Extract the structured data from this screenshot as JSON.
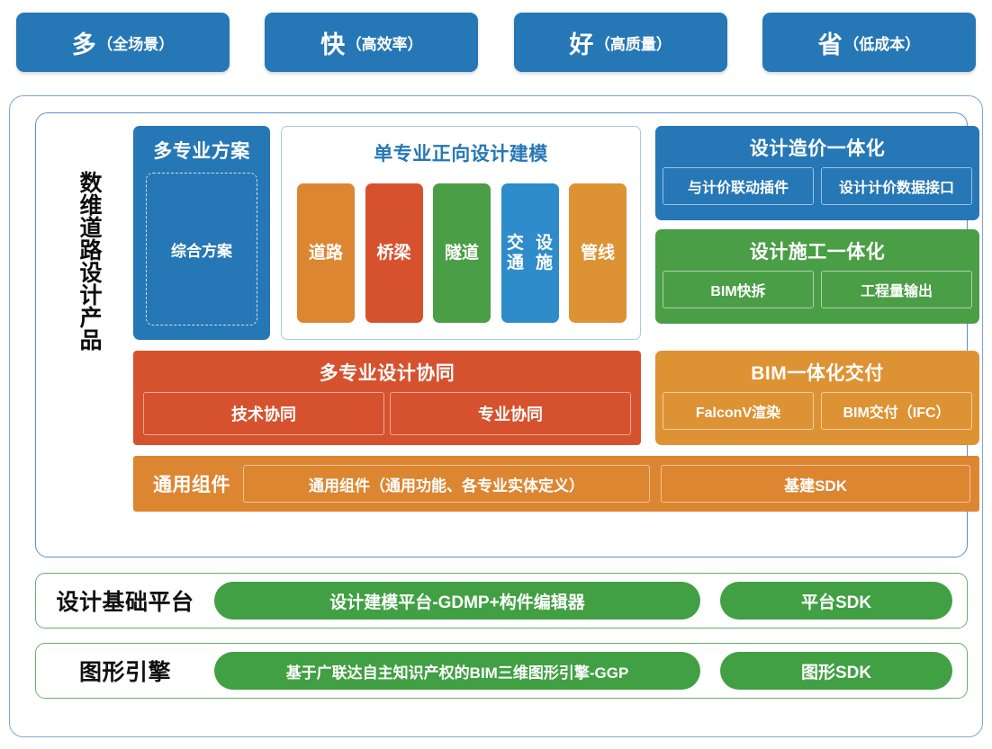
{
  "banner": {
    "items": [
      {
        "big": "多",
        "small": "（全场景）"
      },
      {
        "big": "快",
        "small": "（高效率）"
      },
      {
        "big": "好",
        "small": "（高质量）"
      },
      {
        "big": "省",
        "small": "（低成本）"
      }
    ]
  },
  "product": {
    "vertical_label": "数维道路设计产品",
    "scheme": {
      "title": "多专业方案",
      "inner": "综合方案"
    },
    "modeling": {
      "title": "单专业正向设计建模",
      "chips": [
        {
          "label": "道路",
          "color": "#dd8631"
        },
        {
          "label": "桥梁",
          "color": "#d6522e"
        },
        {
          "label": "隧道",
          "color": "#4a9e46"
        },
        {
          "label": "交通\n设施",
          "color": "#2e8ccb"
        },
        {
          "label": "管线",
          "color": "#dd9233"
        }
      ]
    },
    "right_groups": [
      {
        "title": "设计造价一体化",
        "color": "#2677b5",
        "subs": [
          "与计价联动插件",
          "设计计价数据接口"
        ],
        "sub_widths": [
          168,
          168
        ]
      },
      {
        "title": "设计施工一体化",
        "color": "#4a9e46",
        "subs": [
          "BIM快拆",
          "工程量输出"
        ],
        "sub_widths": [
          168,
          168
        ]
      },
      {
        "title": "BIM一体化交付",
        "color": "#dd9233",
        "subs": [
          "FalconV渲染",
          "BIM交付（IFC）"
        ],
        "sub_widths": [
          168,
          168
        ]
      }
    ],
    "collab": {
      "title": "多专业设计协同",
      "subs": [
        "技术协同",
        "专业协同"
      ]
    },
    "common": {
      "label": "通用组件",
      "cells": [
        "通用组件（通用功能、各专业实体定义）",
        "基建SDK"
      ]
    }
  },
  "platforms": [
    {
      "label": "设计基础平台",
      "main": "设计建模平台-GDMP+构件编辑器",
      "sdk": "平台SDK"
    },
    {
      "label": "图形引擎",
      "main": "基于广联达自主知识产权的BIM三维图形引擎-GGP",
      "sdk": "图形SDK"
    }
  ],
  "colors": {
    "blue": "#2677b5",
    "orange": "#dd8631",
    "orange_light": "#dd9233",
    "red": "#d6522e",
    "green": "#4a9e46",
    "green_pill": "#40a043",
    "border_blue": "#7ba7d7",
    "border_green": "#68b06a"
  }
}
